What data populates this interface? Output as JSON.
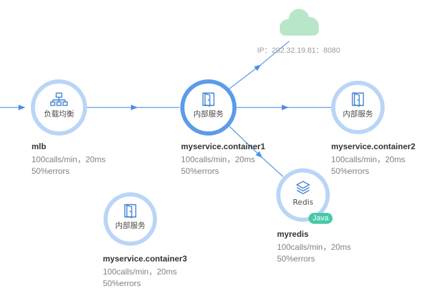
{
  "colors": {
    "node_ring": "#b9d5f7",
    "node_ring_active": "#5b9bea",
    "edge": "#5b9bea",
    "icon": "#3d7fd1",
    "cloud": "#b8e6c9",
    "badge": "#47c9a7"
  },
  "external": {
    "ip_label": "IP：202.32.19.81：8080",
    "icon": "cloud-icon"
  },
  "nodes": [
    {
      "id": "mlb",
      "icon": "network-hierarchy-icon",
      "label": "负载均衡",
      "name": "mlb",
      "stat_line1": "100calls/min，20ms",
      "stat_line2": "50%errors"
    },
    {
      "id": "container1",
      "icon": "door-icon",
      "label": "内部服务",
      "name": "myservice.container1",
      "stat_line1": "100calls/min，20ms",
      "stat_line2": "50%errors",
      "selected": true
    },
    {
      "id": "container2",
      "icon": "door-icon",
      "label": "内部服务",
      "name": "myservice.container2",
      "stat_line1": "100calls/min，20ms",
      "stat_line2": "50%errors"
    },
    {
      "id": "myredis",
      "icon": "layers-icon",
      "label": "Redis",
      "name": "myredis",
      "stat_line1": "100calls/min，20ms",
      "stat_line2": "50%errors",
      "badge": "Java"
    },
    {
      "id": "container3",
      "icon": "door-icon",
      "label": "内部服务",
      "name": "myservice.container3",
      "stat_line1": "100calls/min，20ms",
      "stat_line2": "50%errors"
    }
  ]
}
